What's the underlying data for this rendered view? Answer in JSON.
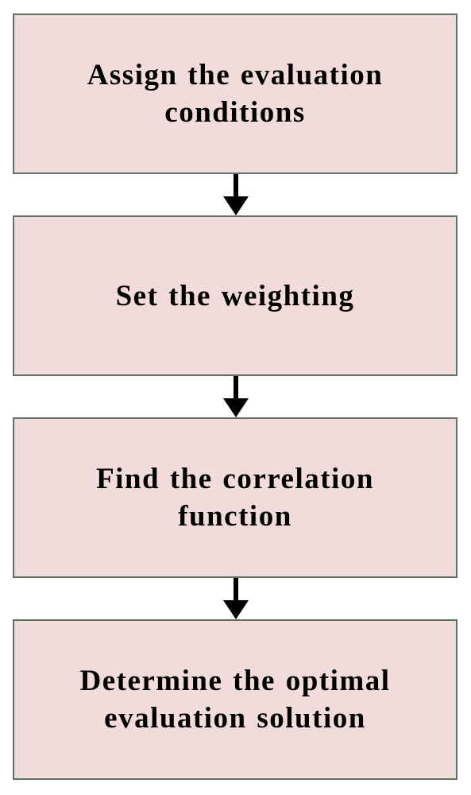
{
  "diagram": {
    "box_fill": "#f1dcdb",
    "box_border": "#5f7067",
    "arrow_color": "#000000",
    "steps": [
      {
        "label": "Assign the evaluation conditions"
      },
      {
        "label": "Set the weighting"
      },
      {
        "label": "Find the correlation function"
      },
      {
        "label": "Determine the optimal evaluation solution"
      }
    ],
    "connectors": [
      {
        "icon": "arrow-down-icon"
      },
      {
        "icon": "arrow-down-icon"
      },
      {
        "icon": "arrow-down-icon"
      }
    ]
  }
}
